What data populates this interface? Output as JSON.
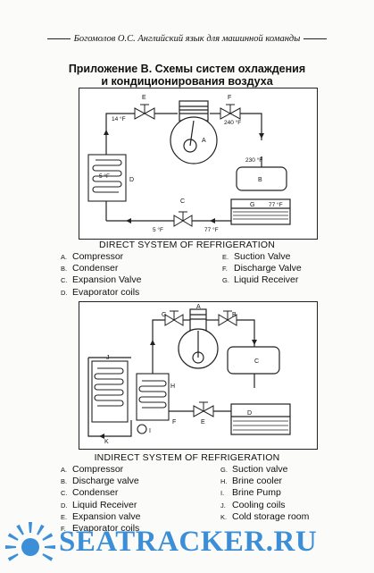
{
  "header": "Богомолов О.С. Английский язык для машинной команды",
  "title_line1": "Приложение В. Схемы систем охлаждения",
  "title_line2": "и кондиционирования воздуха",
  "direct": {
    "caption": "DIRECT SYSTEM OF REFRIGERATION",
    "labels": {
      "a": "A",
      "b": "B",
      "c": "C",
      "d": "D",
      "e": "E",
      "f": "F",
      "g": "G"
    },
    "temps": {
      "t14": "14 °F",
      "t240": "240 °F",
      "t230": "230 °F",
      "t5a": "5 °F",
      "t5b": "5 °F",
      "t77a": "77 °F",
      "t77b": "77 °F"
    },
    "legend_left": [
      {
        "k": "A.",
        "t": "Compressor"
      },
      {
        "k": "B.",
        "t": "Condenser"
      },
      {
        "k": "C.",
        "t": "Expansion Valve"
      },
      {
        "k": "D.",
        "t": "Evaporator coils"
      }
    ],
    "legend_right": [
      {
        "k": "E.",
        "t": "Suction Valve"
      },
      {
        "k": "F.",
        "t": "Discharge Valve"
      },
      {
        "k": "G.",
        "t": "Liquid Receiver"
      }
    ]
  },
  "indirect": {
    "caption": "INDIRECT SYSTEM OF REFRIGERATION",
    "labels": {
      "a": "A",
      "b": "B",
      "c": "C",
      "d": "D",
      "e": "E",
      "f": "F",
      "g": "G",
      "h": "H",
      "i": "I",
      "j": "J",
      "k": "K"
    },
    "legend_left": [
      {
        "k": "A.",
        "t": "Compressor"
      },
      {
        "k": "B.",
        "t": "Discharge valve"
      },
      {
        "k": "C.",
        "t": "Condenser"
      },
      {
        "k": "D.",
        "t": "Liquid Receiver"
      },
      {
        "k": "E.",
        "t": "Expansion valve"
      },
      {
        "k": "F.",
        "t": "Evaporator coils"
      }
    ],
    "legend_right": [
      {
        "k": "G.",
        "t": "Suction valve"
      },
      {
        "k": "H.",
        "t": "Brine cooler"
      },
      {
        "k": "I.",
        "t": "Brine Pump"
      },
      {
        "k": "J.",
        "t": "Cooling coils"
      },
      {
        "k": "K.",
        "t": "Cold storage room"
      }
    ]
  },
  "watermark": "SEATRACKER.RU"
}
